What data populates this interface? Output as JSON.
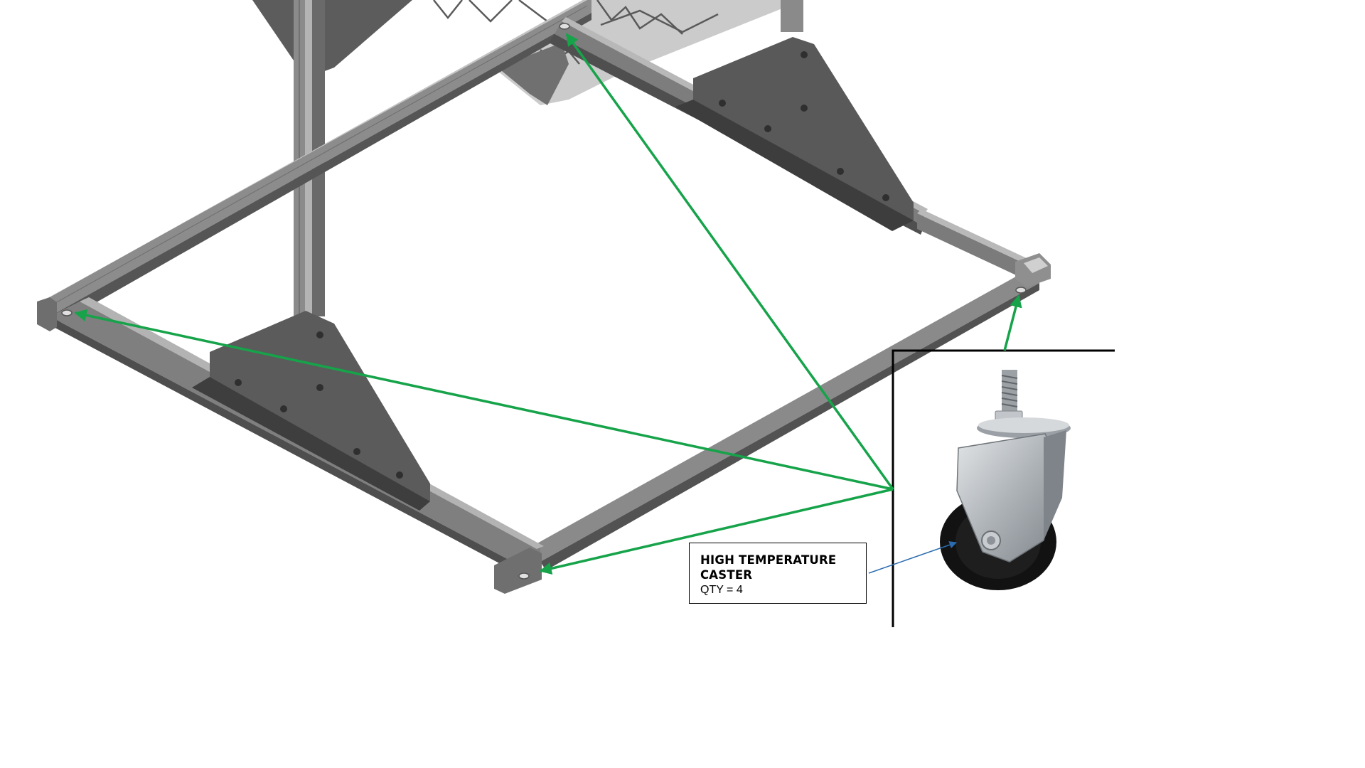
{
  "callout": {
    "title_line1": "HIGH TEMPERATURE",
    "title_line2": "CASTER",
    "qty": "QTY = 4"
  },
  "colors": {
    "frame_dark": "#4e4e4e",
    "frame_mid": "#767676",
    "frame_light": "#a6a6a6",
    "gusset": "#5a5a5a",
    "leader_green": "#16a34a",
    "leader_blue": "#2b6cb0",
    "wheel": "#151515",
    "zinc": "#b9bec3"
  },
  "icons": {
    "caster": "caster-photo-icon",
    "arrow": "arrowhead-icon"
  }
}
